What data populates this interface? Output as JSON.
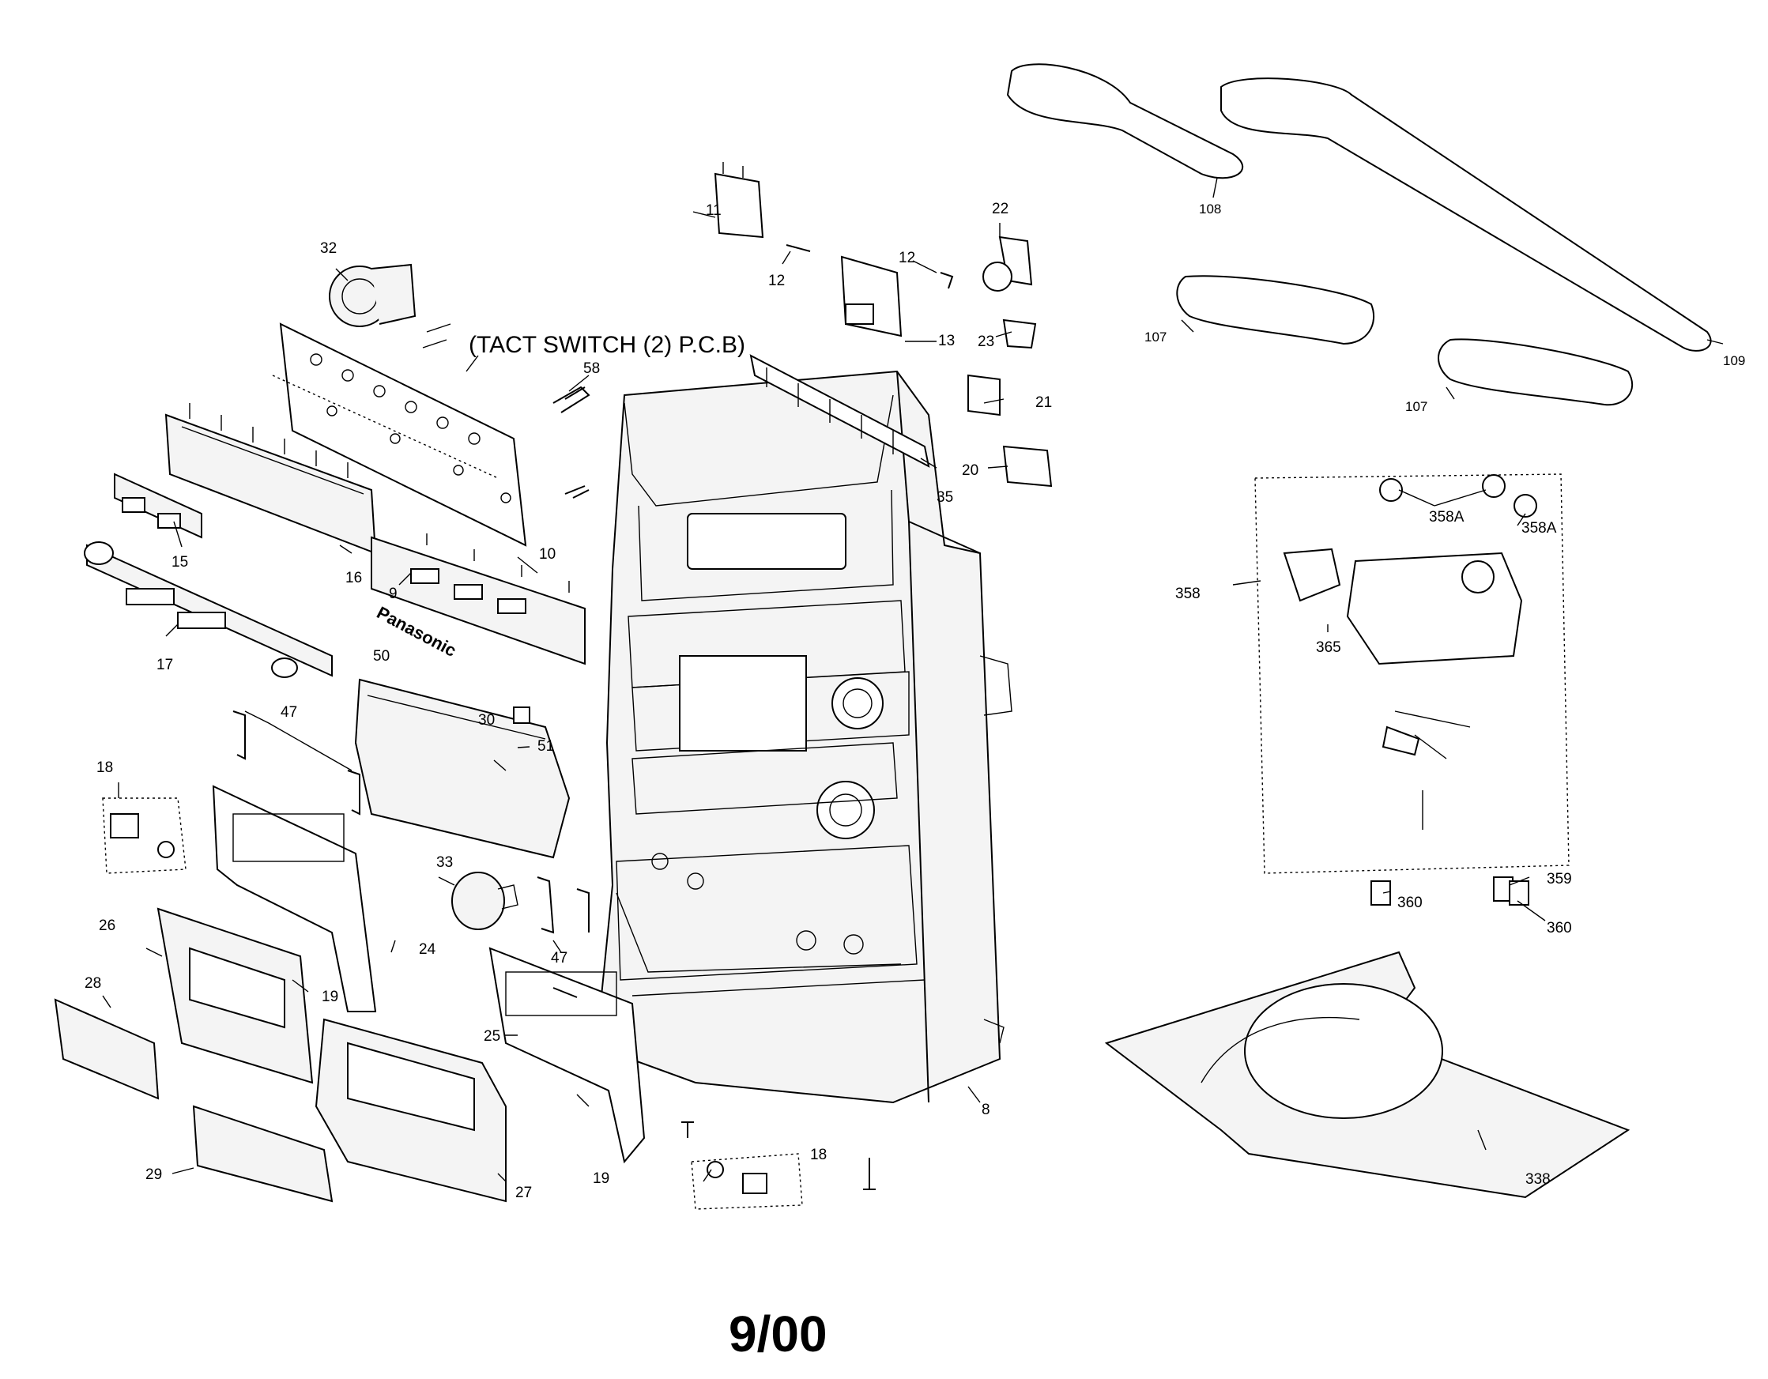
{
  "heading": "(TACT SWITCH (2) P.C.B)",
  "brand": "Panasonic",
  "footer": "9/00",
  "callouts": {
    "c8": "8",
    "c9": "9",
    "c10": "10",
    "c11": "11",
    "c12a": "12",
    "c12b": "12",
    "c13": "13",
    "c15": "15",
    "c16": "16",
    "c17": "17",
    "c18a": "18",
    "c18b": "18",
    "c19a": "19",
    "c19b": "19",
    "c20": "20",
    "c21": "21",
    "c22": "22",
    "c23": "23",
    "c24": "24",
    "c25": "25",
    "c26": "26",
    "c27": "27",
    "c28": "28",
    "c29": "29",
    "c30": "30",
    "c32": "32",
    "c33": "33",
    "c35": "35",
    "c47a": "47",
    "c47b": "47",
    "c50": "50",
    "c51": "51",
    "c58": "58",
    "c107a": "107",
    "c107b": "107",
    "c108": "108",
    "c109": "109",
    "c338": "338",
    "c358": "358",
    "c358aa": "358A",
    "c358ab": "358A",
    "c359": "359",
    "c360a": "360",
    "c360b": "360",
    "c365": "365"
  }
}
